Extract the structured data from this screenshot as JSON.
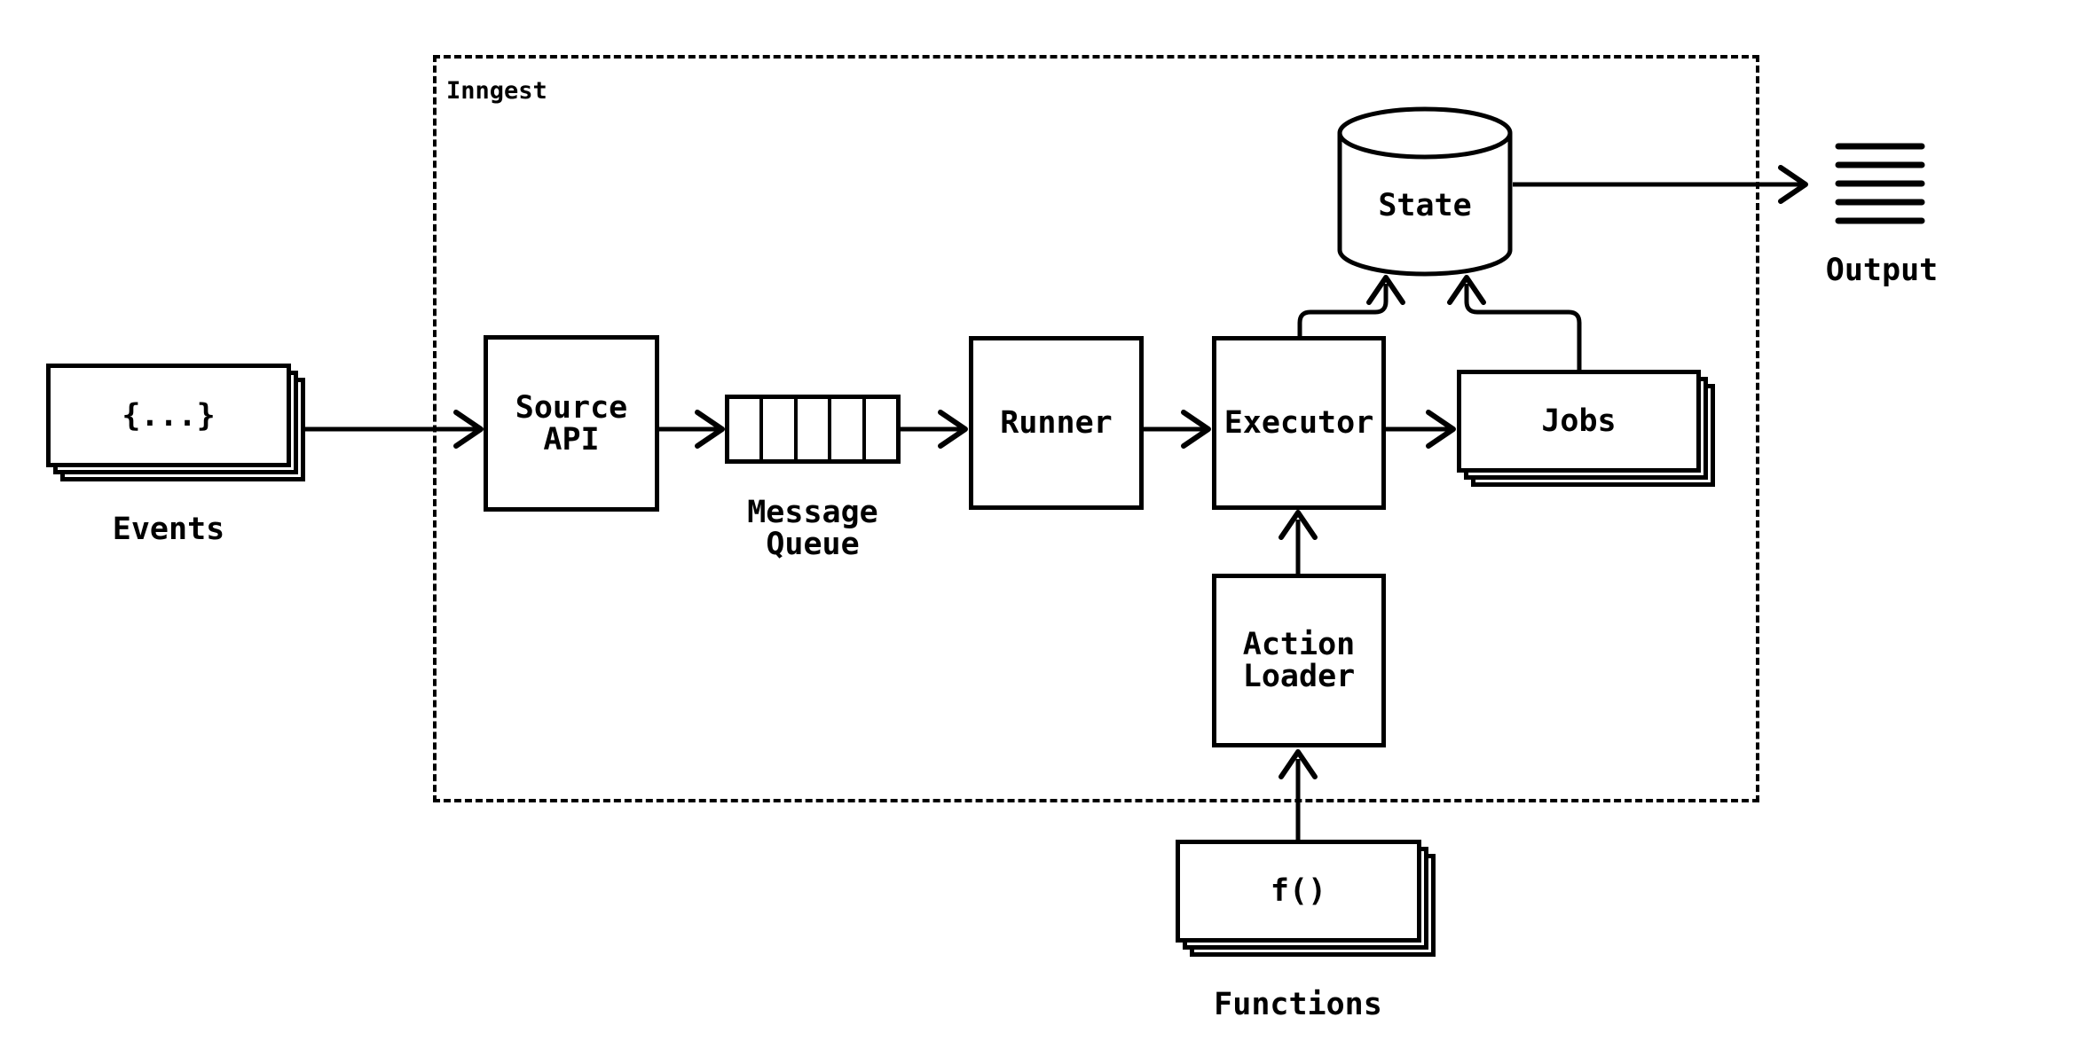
{
  "title": "Inngest",
  "colors": {
    "ink": "#000000",
    "background": "#ffffff"
  },
  "nodes": {
    "events": {
      "card_text": "{...}",
      "label": "Events",
      "stacked": true
    },
    "source_api": {
      "label": "Source\nAPI"
    },
    "message_queue": {
      "label": "Message\nQueue",
      "cells": 5
    },
    "runner": {
      "label": "Runner"
    },
    "executor": {
      "label": "Executor"
    },
    "jobs": {
      "label": "Jobs",
      "stacked": true
    },
    "state": {
      "label": "State",
      "shape": "cylinder"
    },
    "output": {
      "label": "Output",
      "icon": "output-lines-icon"
    },
    "action_loader": {
      "label": "Action\nLoader"
    },
    "functions": {
      "card_text": "f()",
      "label": "Functions",
      "stacked": true
    }
  },
  "edges": [
    {
      "from": "events",
      "to": "source-api"
    },
    {
      "from": "source-api",
      "to": "message-queue"
    },
    {
      "from": "message-queue",
      "to": "runner"
    },
    {
      "from": "runner",
      "to": "executor"
    },
    {
      "from": "executor",
      "to": "jobs"
    },
    {
      "from": "executor",
      "to": "state"
    },
    {
      "from": "jobs",
      "to": "state"
    },
    {
      "from": "state",
      "to": "output"
    },
    {
      "from": "action-loader",
      "to": "executor"
    },
    {
      "from": "functions",
      "to": "action-loader"
    }
  ]
}
